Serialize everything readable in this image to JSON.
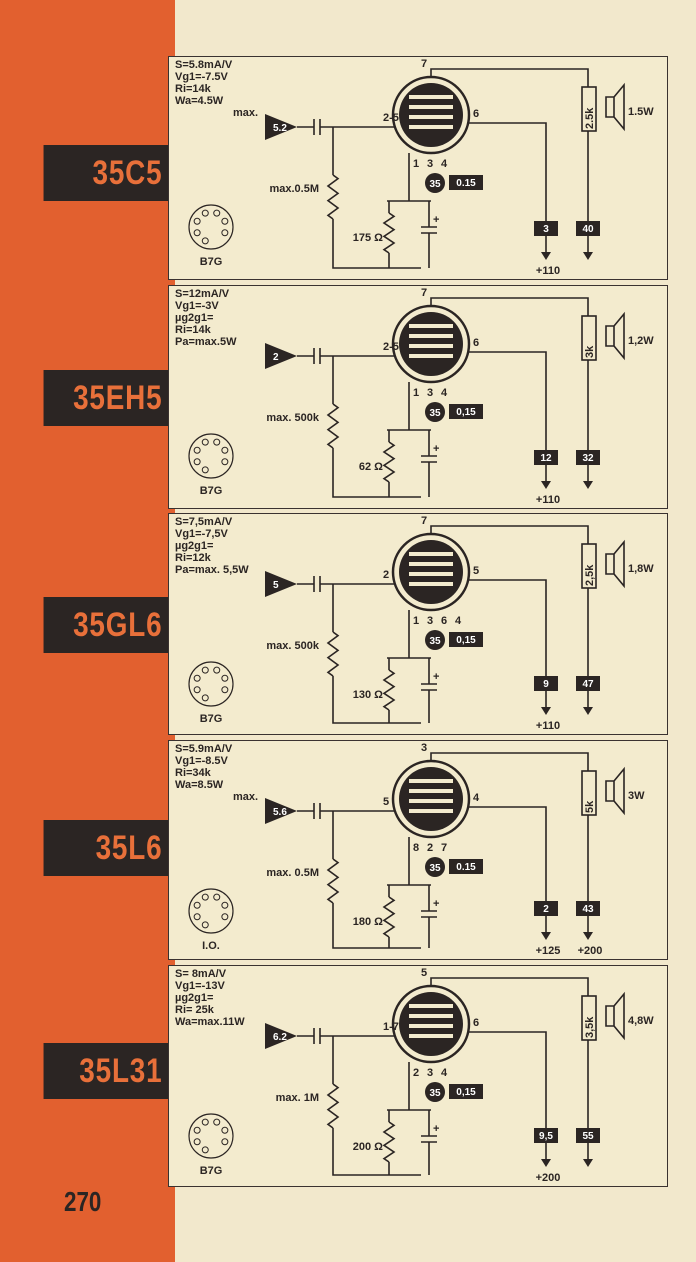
{
  "page_number": "270",
  "tubes": [
    {
      "name": "35C5",
      "specs": [
        "S=5.8mA/V",
        "Vg1=-7.5V",
        "Ri=14k",
        "Wa=4.5W",
        "max."
      ],
      "driver": "5.2",
      "grid_pin": "2-5",
      "plate_pin": "6",
      "screen_pin": "7",
      "pins_bottom": [
        "1",
        "3",
        "4"
      ],
      "heater": "35",
      "heater_current": "0.15",
      "grid_resistor": "max.0.5M",
      "cathode_resistor": "175 Ω",
      "speaker_z": "2.5k",
      "power": "1.5W",
      "current_a": "3",
      "current_b": "40",
      "supply_a": "+110",
      "supply_b": "",
      "base": "B7G"
    },
    {
      "name": "35EH5",
      "specs": [
        "S=12mA/V",
        "Vg1=-3V",
        "µg2g1=",
        "Ri=14k",
        "Pa=max.5W"
      ],
      "driver": "2",
      "grid_pin": "2-5",
      "plate_pin": "6",
      "screen_pin": "7",
      "pins_bottom": [
        "1",
        "3",
        "4"
      ],
      "heater": "35",
      "heater_current": "0,15",
      "grid_resistor": "max. 500k",
      "cathode_resistor": "62 Ω",
      "speaker_z": "3k",
      "power": "1,2W",
      "current_a": "12",
      "current_b": "32",
      "supply_a": "+110",
      "supply_b": "",
      "base": "B7G"
    },
    {
      "name": "35GL6",
      "specs": [
        "S=7,5mA/V",
        "Vg1=-7,5V",
        "µg2g1=",
        "Ri=12k",
        "Pa=max. 5,5W"
      ],
      "driver": "5",
      "grid_pin": "2",
      "plate_pin": "5",
      "screen_pin": "7",
      "pins_bottom": [
        "1",
        "3",
        "6",
        "4"
      ],
      "heater": "35",
      "heater_current": "0,15",
      "grid_resistor": "max. 500k",
      "cathode_resistor": "130 Ω",
      "speaker_z": "2,5k",
      "power": "1,8W",
      "current_a": "9",
      "current_b": "47",
      "supply_a": "+110",
      "supply_b": "",
      "base": "B7G"
    },
    {
      "name": "35L6",
      "specs": [
        "S=5.9mA/V",
        "Vg1=-8.5V",
        "Ri=34k",
        "Wa=8.5W",
        "max."
      ],
      "driver": "5.6",
      "grid_pin": "5",
      "plate_pin": "4",
      "screen_pin": "3",
      "pins_bottom": [
        "8",
        "2",
        "7"
      ],
      "heater": "35",
      "heater_current": "0.15",
      "grid_resistor": "max. 0.5M",
      "cathode_resistor": "180 Ω",
      "speaker_z": "5k",
      "power": "3W",
      "current_a": "2",
      "current_b": "43",
      "supply_a": "+125",
      "supply_b": "+200",
      "base": "I.O."
    },
    {
      "name": "35L31",
      "specs": [
        "S= 8mA/V",
        "Vg1=-13V",
        "µg2g1=",
        "Ri= 25k",
        "Wa=max.11W"
      ],
      "driver": "6.2",
      "grid_pin": "1-7",
      "plate_pin": "6",
      "screen_pin": "5",
      "pins_bottom": [
        "2",
        "3",
        "4"
      ],
      "heater": "35",
      "heater_current": "0,15",
      "grid_resistor": "max. 1M",
      "cathode_resistor": "200 Ω",
      "speaker_z": "3,5k",
      "power": "4,8W",
      "current_a": "9,5",
      "current_b": "55",
      "supply_a": "+200",
      "supply_b": "",
      "base": "B7G"
    }
  ],
  "colors": {
    "sidebar": "#e2602f",
    "label_bg": "#2b2523",
    "label_text": "#e8703a",
    "paper": "#f3ebce",
    "ink": "#2b2523"
  }
}
